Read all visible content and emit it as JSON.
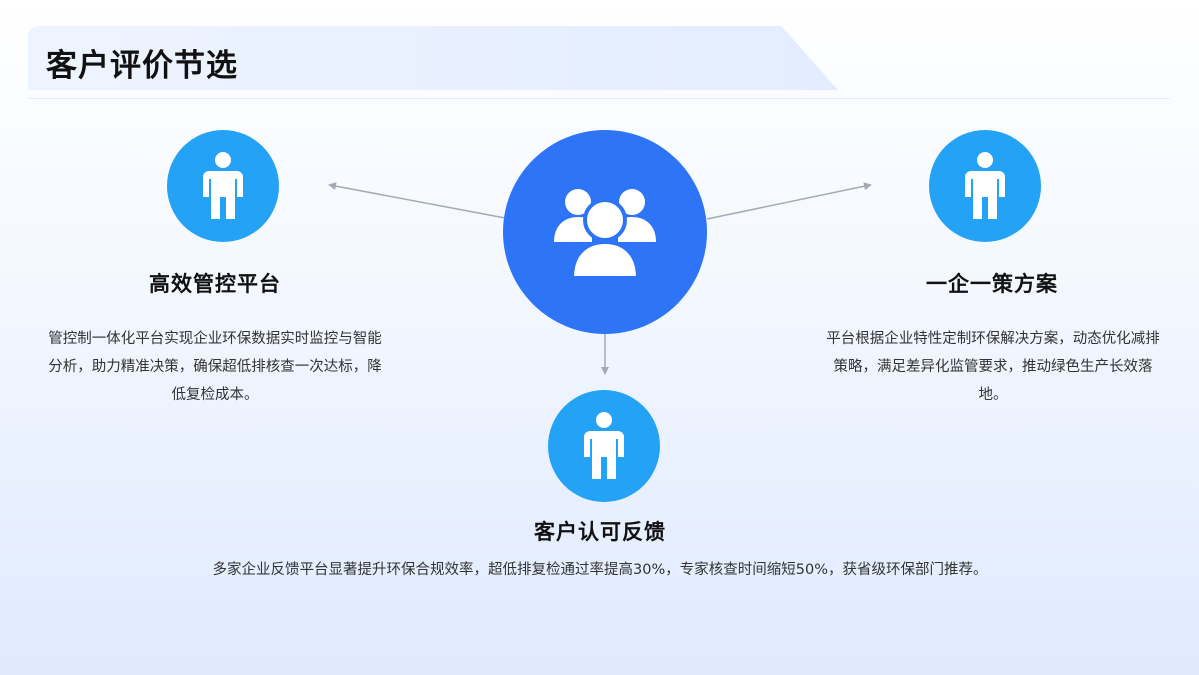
{
  "header": {
    "title": "客户评价节选"
  },
  "nodes": {
    "left": {
      "title": "高效管控平台",
      "text": "管控制一体化平台实现企业环保数据实时监控与智能分析，助力精准决策，确保超低排核查一次达标，降低复检成本。",
      "icon": "person-icon"
    },
    "right": {
      "title": "一企一策方案",
      "text": "平台根据企业特性定制环保解决方案，动态优化减排策略，满足差异化监管要求，推动绿色生产长效落地。",
      "icon": "person-icon"
    },
    "bottom": {
      "title": "客户认可反馈",
      "text": "多家企业反馈平台显著提升环保合规效率，超低排复检通过率提高30%，专家核查时间缩短50%，获省级环保部门推荐。",
      "icon": "person-icon"
    }
  },
  "center": {
    "icon": "group-users-icon"
  },
  "colors": {
    "center_circle": "#2e74f6",
    "small_circle": "#24a2f5",
    "connector": "#a3aab6"
  }
}
